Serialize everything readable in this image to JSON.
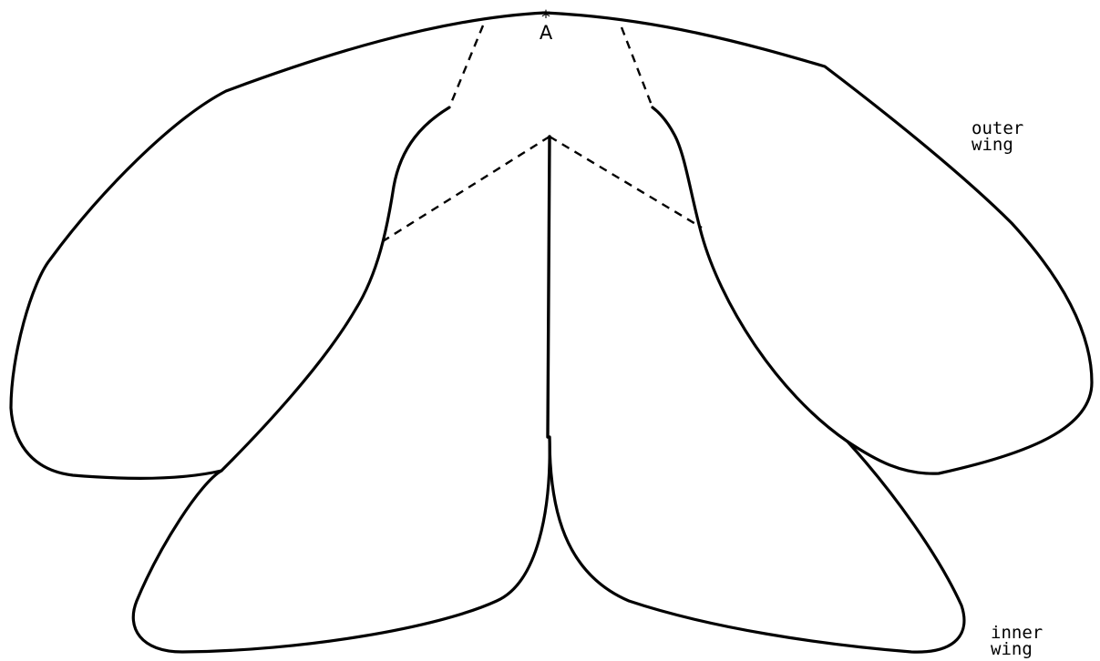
{
  "labels": {
    "point_marker": "*",
    "point_letter": "A",
    "outer_wing": [
      "outer",
      "wing"
    ],
    "inner_wing": [
      "inner",
      "wing"
    ]
  },
  "colors": {
    "line": "#000000",
    "background": "#ffffff"
  }
}
